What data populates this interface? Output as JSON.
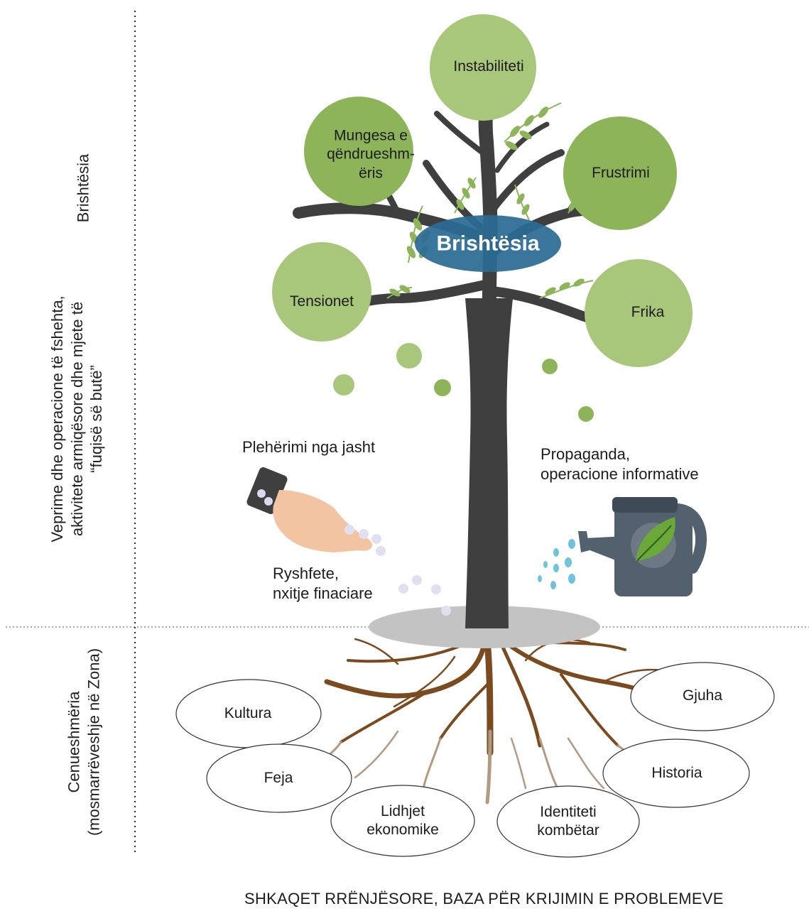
{
  "colors": {
    "leaf_dark": "#8db458",
    "leaf_light": "#a8c77a",
    "trunk": "#3f3f3f",
    "root": "#7b4a1e",
    "root_light": "#b39a84",
    "center_ellipse": "#2b6a93",
    "ground": "#c3c3c3",
    "can": "#53616f",
    "water": "#6fc3dd",
    "hand": "#f2c4a2"
  },
  "side_labels": {
    "top": "Brishtësia",
    "middle": "Veprime dhe operacione të fshehta,\naktivitete armiqësore dhe mjete të\n“fuqisë së butë”",
    "bottom": "Cenueshmëria\n(mosmarrëveshje në Zona)"
  },
  "center_label": "Brishtësia",
  "circles": [
    {
      "text": "Instabiliteti",
      "shade": "light"
    },
    {
      "text": "Mungesa e\nqëndrueshm-\nëris",
      "shade": "dark"
    },
    {
      "text": "Frustrimi",
      "shade": "dark"
    },
    {
      "text": "Tensionet",
      "shade": "light"
    },
    {
      "text": "Frika",
      "shade": "light"
    }
  ],
  "annotations": {
    "fertilizer": "Plehërimi nga jasht",
    "bribes": "Ryshfete,\nnxitje finaciare",
    "propaganda": "Propaganda,\noperacione informative"
  },
  "roots": [
    {
      "text": "Kultura"
    },
    {
      "text": "Feja"
    },
    {
      "text": "Lidhjet\nekonomike"
    },
    {
      "text": "Identiteti\nkombëtar"
    },
    {
      "text": "Historia"
    },
    {
      "text": "Gjuha"
    }
  ],
  "footer": "SHKAQET RRËNJËSORE, BAZA PËR KRIJIMIN E PROBLEMEVE"
}
